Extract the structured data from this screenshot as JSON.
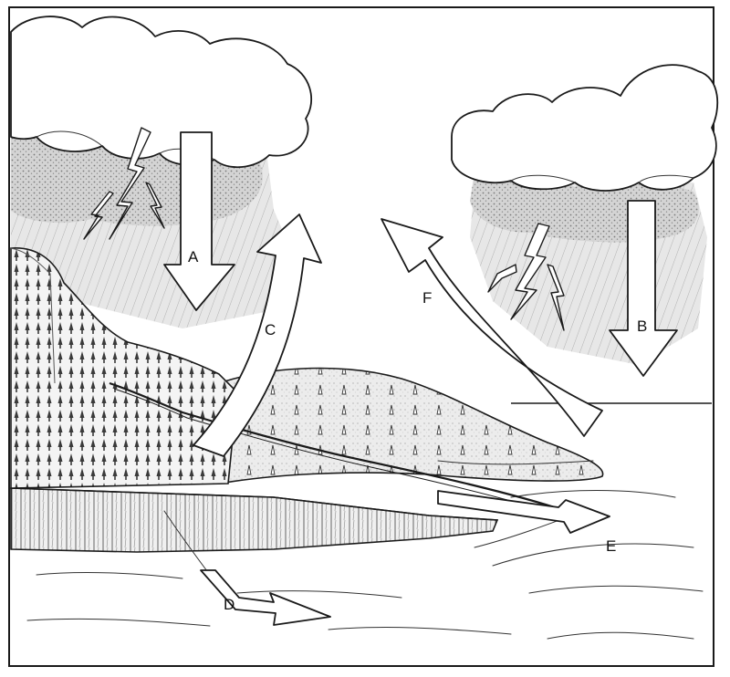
{
  "diagram": {
    "labels": {
      "a": "A",
      "b": "B",
      "c": "C",
      "d": "D",
      "e": "E",
      "f": "F"
    }
  }
}
